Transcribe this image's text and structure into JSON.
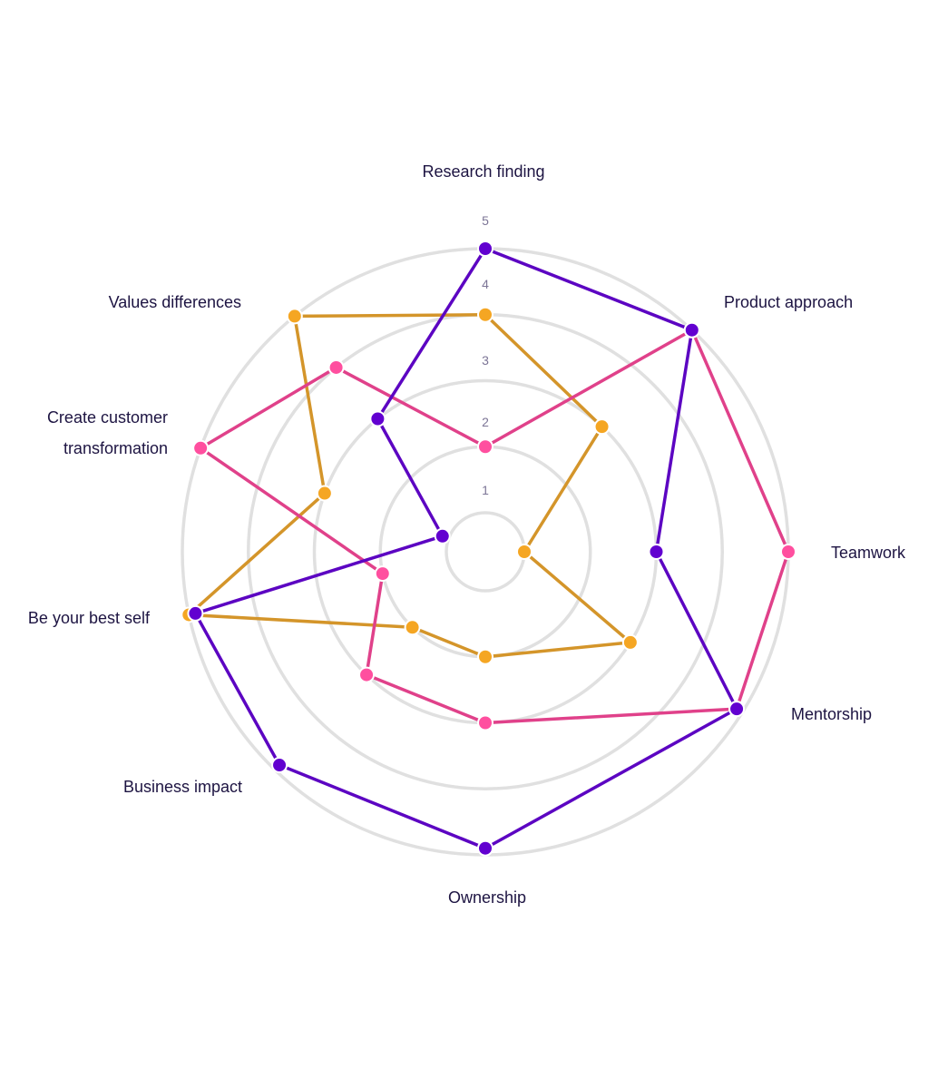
{
  "chart_data": {
    "type": "radar",
    "title": "",
    "categories": [
      "Research finding",
      "Product approach",
      "Teamwork",
      "Mentorship",
      "Ownership",
      "Business impact",
      "Be your best self",
      "Create customer transformation",
      "Values differences"
    ],
    "category_lines": [
      [
        "Research finding"
      ],
      [
        "Product approach"
      ],
      [
        "Teamwork"
      ],
      [
        "Mentorship"
      ],
      [
        "Ownership"
      ],
      [
        "Business impact"
      ],
      [
        "Be your best self"
      ],
      [
        "Create customer",
        "transformation"
      ],
      [
        "Values differences"
      ]
    ],
    "theta_deg": [
      0,
      43,
      90,
      122,
      180,
      224,
      258,
      290,
      321
    ],
    "radial_ticks": [
      "1",
      "2",
      "3",
      "4",
      "5"
    ],
    "radial_tick_values": [
      1,
      2,
      3,
      4,
      5
    ],
    "radial_range": [
      0.41,
      5
    ],
    "grid": true,
    "legend": "none",
    "series": [
      {
        "name": "Orange",
        "line_color": "#d4952a",
        "marker_color": "#f5a623",
        "values": [
          4,
          3,
          1,
          3,
          2,
          2,
          5,
          3,
          5
        ]
      },
      {
        "name": "Pink",
        "line_color": "#e0418a",
        "marker_color": "#ff4f9f",
        "values": [
          2,
          5,
          5,
          4.9,
          3,
          3,
          2,
          5,
          4
        ]
      },
      {
        "name": "Purple",
        "line_color": "#5c05c2",
        "marker_color": "#6200d0",
        "values": [
          5,
          5,
          3,
          4.9,
          4.9,
          4.9,
          4.9,
          1.1,
          3
        ]
      }
    ]
  }
}
